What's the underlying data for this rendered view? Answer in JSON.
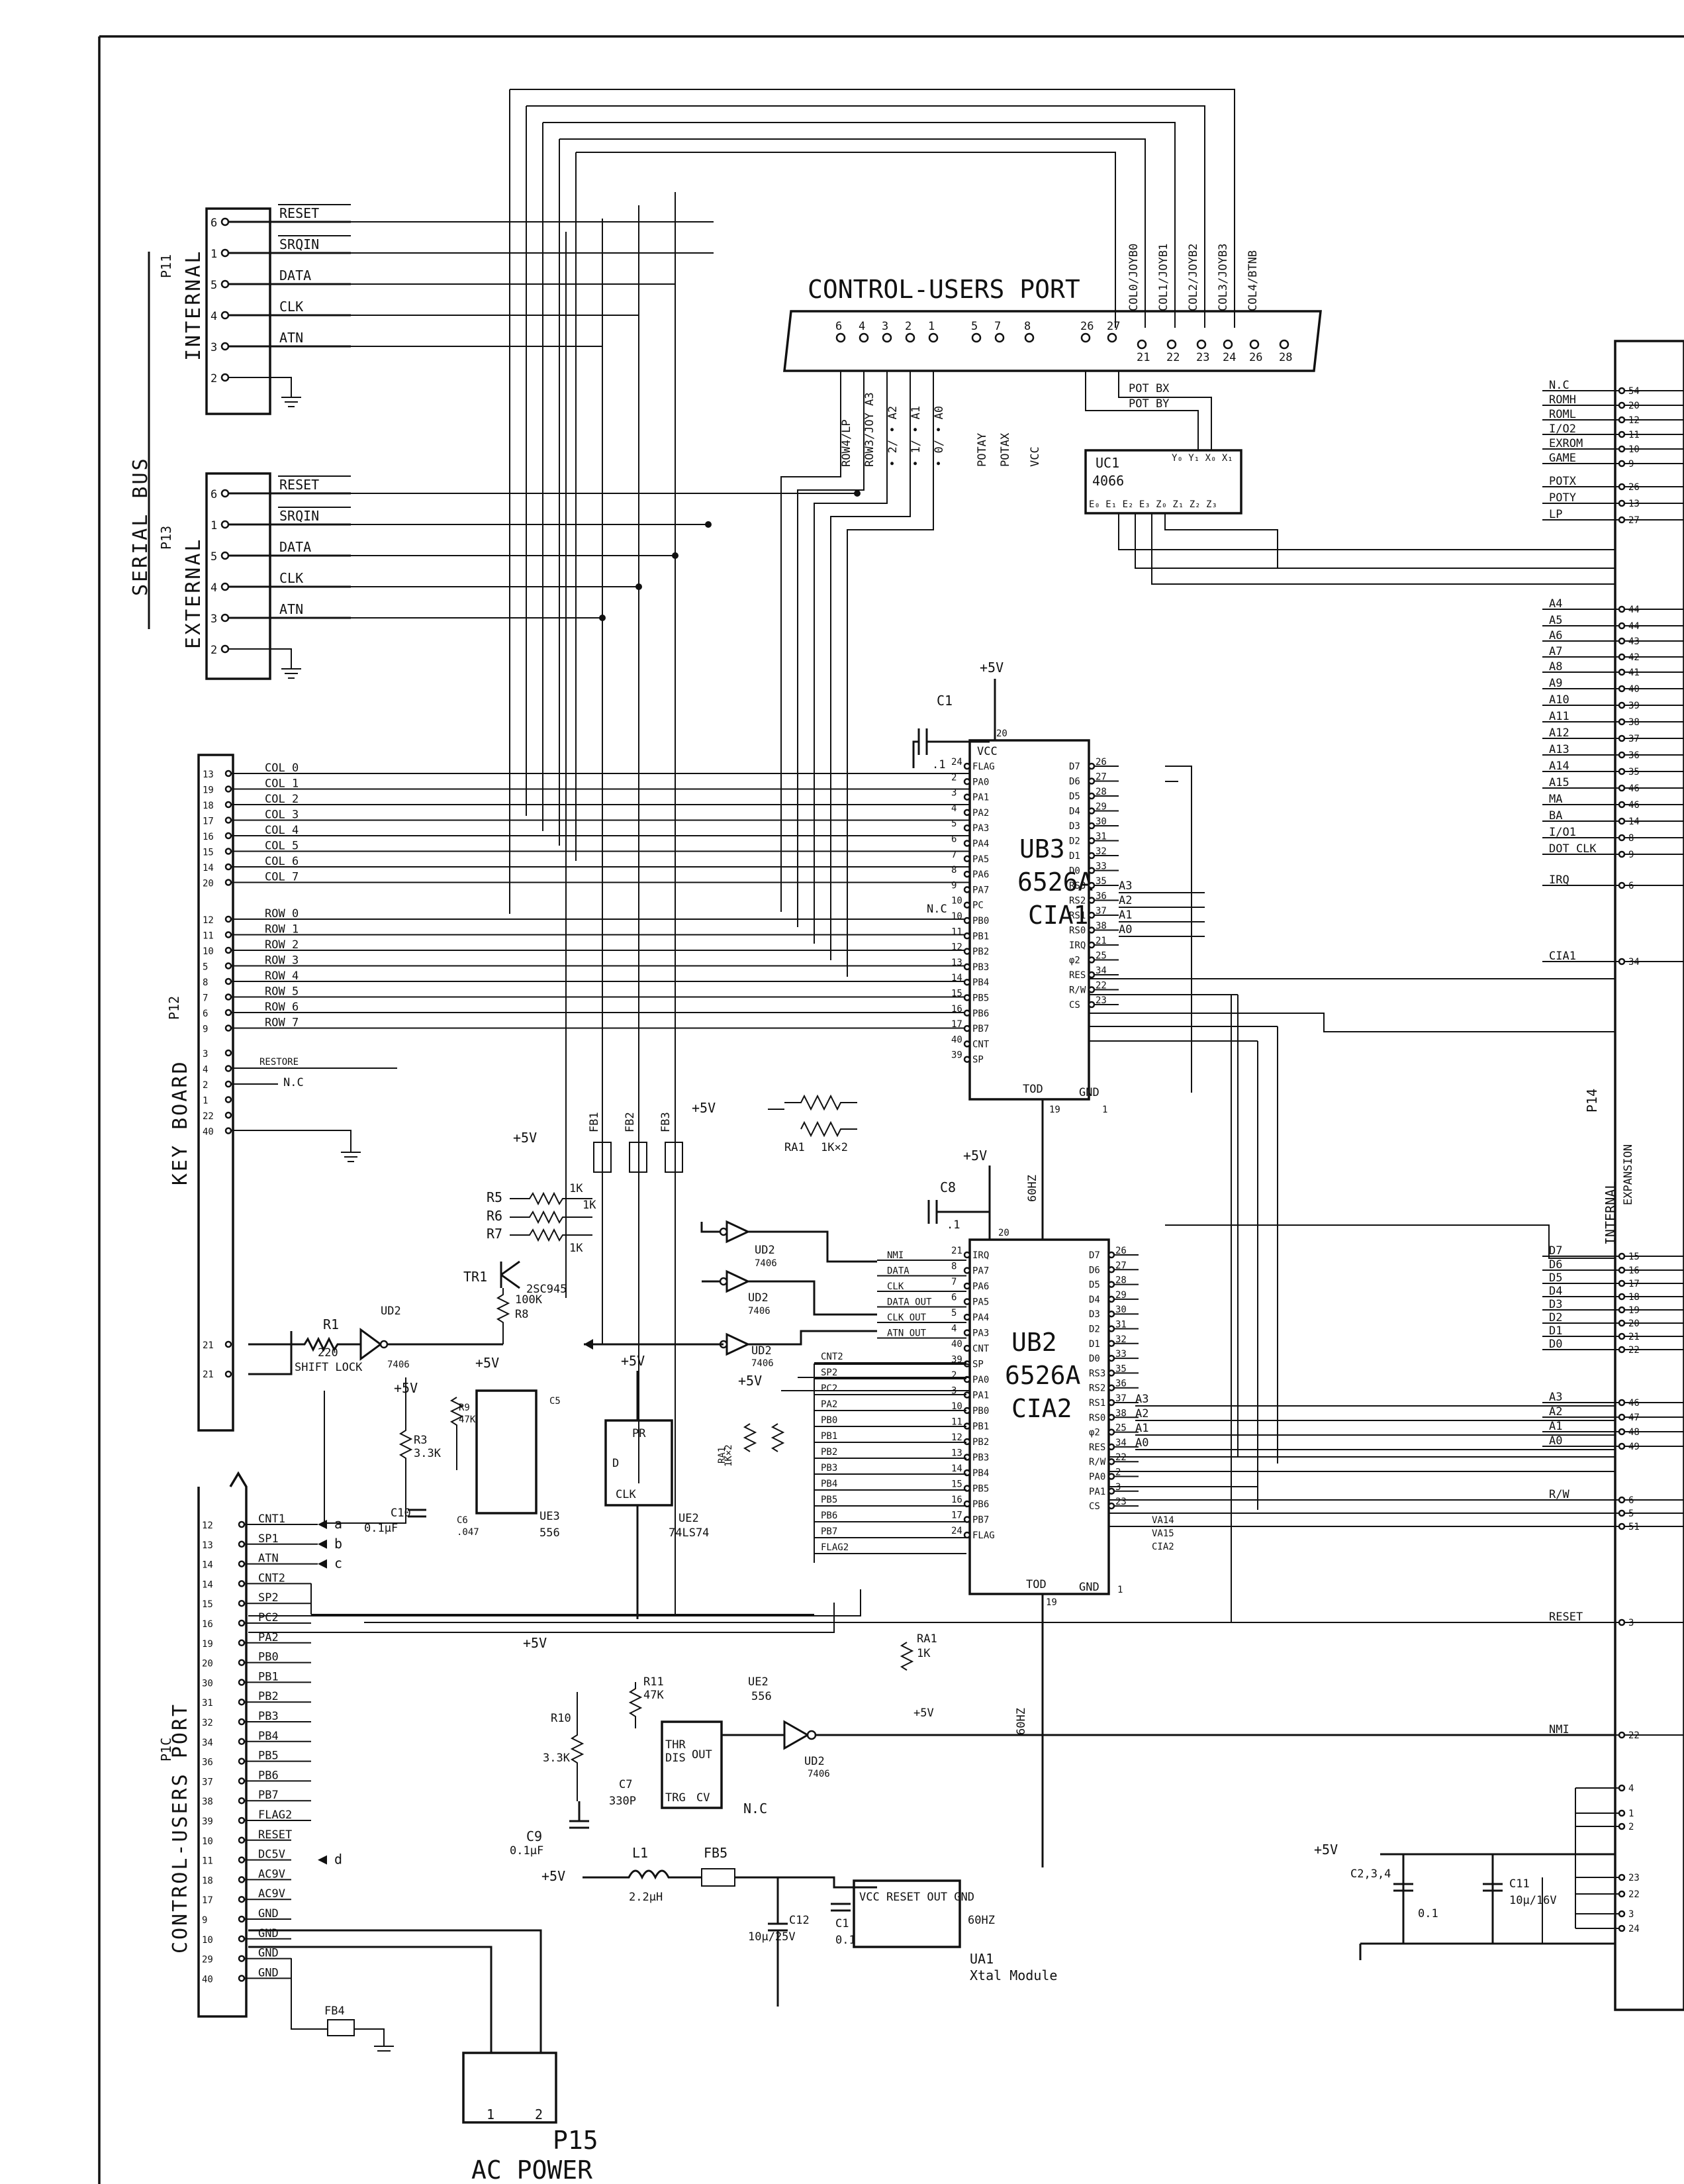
{
  "serial_bus": {
    "label": "SERIAL BUS",
    "internal": {
      "title": "INTERNAL",
      "connector": "P11"
    },
    "external": {
      "title": "EXTERNAL",
      "connector": "P13"
    },
    "pins": [
      {
        "num": "6",
        "signal": "RESET"
      },
      {
        "num": "1",
        "signal": "SRQIN"
      },
      {
        "num": "5",
        "signal": "DATA"
      },
      {
        "num": "4",
        "signal": "CLK"
      },
      {
        "num": "3",
        "signal": "ATN"
      },
      {
        "num": "2",
        "signal": ""
      }
    ]
  },
  "control_users_port": {
    "title": "CONTROL-USERS PORT",
    "pins": [
      "6",
      "4",
      "3",
      "2",
      "1",
      "5",
      "7",
      "8",
      "26",
      "27",
      "21",
      "22",
      "23",
      "24",
      "26",
      "28"
    ],
    "top_signals": [
      "COL0/JOYB0",
      "COL1/JOYB1",
      "COL2/JOYB2",
      "COL3/JOYB3",
      "COL4/BTNB"
    ],
    "bottom_signals": [
      "ROW4/LP",
      "ROW3/JOY A3",
      "• 2/ • A2",
      "• 1/ • A1",
      "• 0/ • A0",
      "POTAY",
      "POTAX",
      "VCC"
    ],
    "pot_labels": [
      "POT BX",
      "POT BY"
    ]
  },
  "uc1": {
    "name": "UC1",
    "part": "4066",
    "top_pins": "Y₀ Y₁ X₀ X₁",
    "bottom_pins": "E₀ E₁ E₂ E₃ Z₀ Z₁ Z₂ Z₃"
  },
  "keyboard": {
    "connector": "P12",
    "title": "KEY BOARD",
    "col_pins": [
      "13",
      "19",
      "18",
      "17",
      "16",
      "15",
      "14",
      "20"
    ],
    "col_labels": [
      "COL 0",
      "COL 1",
      "COL 2",
      "COL 3",
      "COL 4",
      "COL 5",
      "COL 6",
      "COL 7"
    ],
    "row_pins": [
      "12",
      "11",
      "10",
      "5",
      "8",
      "7",
      "6",
      "9"
    ],
    "row_labels": [
      "ROW 0",
      "ROW 1",
      "ROW 2",
      "ROW 3",
      "ROW 4",
      "ROW 5",
      "ROW 6",
      "ROW 7"
    ],
    "extra_pins": [
      "3",
      "4",
      "2",
      "1",
      "22",
      "40"
    ],
    "restore": "RESTORE",
    "nc": "N.C",
    "shift_lock": "SHIFT LOCK",
    "shift_pins": [
      "21",
      "21"
    ]
  },
  "ub3": {
    "name": "UB3",
    "part": "6526A",
    "function": "CIA1",
    "left_pins": [
      {
        "num": "24",
        "label": "FLAG"
      },
      {
        "num": "2",
        "label": "PA0"
      },
      {
        "num": "3",
        "label": "PA1"
      },
      {
        "num": "4",
        "label": "PA2"
      },
      {
        "num": "5",
        "label": "PA3"
      },
      {
        "num": "6",
        "label": "PA4"
      },
      {
        "num": "7",
        "label": "PA5"
      },
      {
        "num": "8",
        "label": "PA6"
      },
      {
        "num": "9",
        "label": "PA7"
      },
      {
        "num": "10",
        "label": "PC"
      },
      {
        "num": "10",
        "label": "PB0"
      },
      {
        "num": "11",
        "label": "PB1"
      },
      {
        "num": "12",
        "label": "PB2"
      },
      {
        "num": "13",
        "label": "PB3"
      },
      {
        "num": "14",
        "label": "PB4"
      },
      {
        "num": "15",
        "label": "PB5"
      },
      {
        "num": "16",
        "label": "PB6"
      },
      {
        "num": "17",
        "label": "PB7"
      },
      {
        "num": "40",
        "label": "CNT"
      },
      {
        "num": "39",
        "label": "SP"
      }
    ],
    "right_pins": [
      {
        "num": "26",
        "label": "D7"
      },
      {
        "num": "27",
        "label": "D6"
      },
      {
        "num": "28",
        "label": "D5"
      },
      {
        "num": "29",
        "label": "D4"
      },
      {
        "num": "30",
        "label": "D3"
      },
      {
        "num": "31",
        "label": "D2"
      },
      {
        "num": "32",
        "label": "D1"
      },
      {
        "num": "33",
        "label": "D0"
      },
      {
        "num": "35",
        "label": "RS3"
      },
      {
        "num": "36",
        "label": "RS2"
      },
      {
        "num": "37",
        "label": "RS1"
      },
      {
        "num": "38",
        "label": "RS0"
      },
      {
        "num": "21",
        "label": "IRQ"
      },
      {
        "num": "25",
        "label": "φ2"
      },
      {
        "num": "34",
        "label": "RES"
      },
      {
        "num": "22",
        "label": "R/W"
      },
      {
        "num": "23",
        "label": "CS"
      }
    ],
    "rs_addr": [
      "A3",
      "A2",
      "A1",
      "A0"
    ],
    "nc": "N.C",
    "tod": "TOD",
    "tod_pin": "19",
    "vcc": "VCC",
    "vcc_pin": "20",
    "gnd": "GND",
    "gnd_pin": "1"
  },
  "ub2": {
    "name": "UB2",
    "part": "6526A",
    "function": "CIA2",
    "left_pins": [
      {
        "num": "21",
        "label": "IRQ"
      },
      {
        "num": "8",
        "label": "PA7"
      },
      {
        "num": "7",
        "label": "PA6"
      },
      {
        "num": "6",
        "label": "PA5"
      },
      {
        "num": "5",
        "label": "PA4"
      },
      {
        "num": "4",
        "label": "PA3"
      },
      {
        "num": "40",
        "label": "CNT"
      },
      {
        "num": "39",
        "label": "SP"
      },
      {
        "num": "2",
        "label": "PA0"
      },
      {
        "num": "3",
        "label": "PA1"
      },
      {
        "num": "10",
        "label": "PB0"
      },
      {
        "num": "11",
        "label": "PB1"
      },
      {
        "num": "12",
        "label": "PB2"
      },
      {
        "num": "13",
        "label": "PB3"
      },
      {
        "num": "14",
        "label": "PB4"
      },
      {
        "num": "15",
        "label": "PB5"
      },
      {
        "num": "16",
        "label": "PB6"
      },
      {
        "num": "17",
        "label": "PB7"
      },
      {
        "num": "24",
        "label": "FLAG"
      }
    ],
    "left_signals": [
      "NMI",
      "DATA",
      "CLK",
      "DATA OUT",
      "CLK OUT",
      "ATN OUT"
    ],
    "port_signals": [
      "CNT2",
      "SP2",
      "PC2",
      "PA2",
      "PB0",
      "PB1",
      "PB2",
      "PB3",
      "PB4",
      "PB5",
      "PB6",
      "PB7",
      "FLAG2"
    ],
    "right_pins": [
      {
        "num": "26",
        "label": "D7"
      },
      {
        "num": "27",
        "label": "D6"
      },
      {
        "num": "28",
        "label": "D5"
      },
      {
        "num": "29",
        "label": "D4"
      },
      {
        "num": "30",
        "label": "D3"
      },
      {
        "num": "31",
        "label": "D2"
      },
      {
        "num": "32",
        "label": "D1"
      },
      {
        "num": "33",
        "label": "D0"
      },
      {
        "num": "35",
        "label": "RS3"
      },
      {
        "num": "36",
        "label": "RS2"
      },
      {
        "num": "37",
        "label": "RS1"
      },
      {
        "num": "38",
        "label": "RS0"
      },
      {
        "num": "25",
        "label": "φ2"
      },
      {
        "num": "34",
        "label": "RES"
      },
      {
        "num": "22",
        "label": "R/W"
      },
      {
        "num": "2",
        "label": "PA0"
      },
      {
        "num": "3",
        "label": "PA1"
      },
      {
        "num": "23",
        "label": "CS"
      }
    ],
    "rs_addr": [
      "A3",
      "A2",
      "A1",
      "A0"
    ],
    "va": [
      "VA14",
      "VA15",
      "CIA2"
    ],
    "tod": "TOD",
    "tod_pin": "19",
    "vcc_pin": "20",
    "gnd": "GND",
    "gnd_pin": "1"
  },
  "expansion": {
    "connector": "P14",
    "title": "INTERNAL",
    "subtitle": "EXPANSION",
    "pins": [
      {
        "label": "N.C",
        "num": "54"
      },
      {
        "label": "ROMH",
        "num": "20"
      },
      {
        "label": "ROML",
        "num": "12"
      },
      {
        "label": "I/O2",
        "num": "11"
      },
      {
        "label": "EXROM",
        "num": "10"
      },
      {
        "label": "GAME",
        "num": "9"
      },
      {
        "label": "POTX",
        "num": "26"
      },
      {
        "label": "POTY",
        "num": "13"
      },
      {
        "label": "LP",
        "num": "27"
      },
      {
        "label": "A4",
        "num": "44"
      },
      {
        "label": "A5",
        "num": "44"
      },
      {
        "label": "A6",
        "num": "43"
      },
      {
        "label": "A7",
        "num": "42"
      },
      {
        "label": "A8",
        "num": "41"
      },
      {
        "label": "A9",
        "num": "40"
      },
      {
        "label": "A10",
        "num": "39"
      },
      {
        "label": "A11",
        "num": "38"
      },
      {
        "label": "A12",
        "num": "37"
      },
      {
        "label": "A13",
        "num": "36"
      },
      {
        "label": "A14",
        "num": "35"
      },
      {
        "label": "A15",
        "num": "46"
      },
      {
        "label": "MA",
        "num": "46"
      },
      {
        "label": "BA",
        "num": "14"
      },
      {
        "label": "I/O1",
        "num": "8"
      },
      {
        "label": "DOT CLK",
        "num": "9"
      },
      {
        "label": "IRQ",
        "num": "6"
      },
      {
        "label": "CIA1",
        "num": "34"
      },
      {
        "label": "D7",
        "num": "15"
      },
      {
        "label": "D6",
        "num": "16"
      },
      {
        "label": "D5",
        "num": "17"
      },
      {
        "label": "D4",
        "num": "18"
      },
      {
        "label": "D3",
        "num": "19"
      },
      {
        "label": "D2",
        "num": "20"
      },
      {
        "label": "D1",
        "num": "21"
      },
      {
        "label": "D0",
        "num": "22"
      },
      {
        "label": "A3",
        "num": "46"
      },
      {
        "label": "A2",
        "num": "47"
      },
      {
        "label": "A1",
        "num": "48"
      },
      {
        "label": "A0",
        "num": "49"
      },
      {
        "label": "R/W",
        "num": "6"
      },
      {
        "label": "",
        "num": "5"
      },
      {
        "label": "",
        "num": "51"
      },
      {
        "label": "RESET",
        "num": "3"
      },
      {
        "label": "NMI",
        "num": "22"
      }
    ],
    "ground_pins": [
      "4",
      "1",
      "2",
      "23",
      "22",
      "3",
      "24"
    ]
  },
  "user_port": {
    "connector": "P1C",
    "title": "CONTROL-USERS PORT",
    "pins": [
      {
        "num": "12",
        "label": "CNT1",
        "dest": "a"
      },
      {
        "num": "13",
        "label": "SP1",
        "dest": "b"
      },
      {
        "num": "14",
        "label": "ATN",
        "dest": "c"
      },
      {
        "num": "14",
        "label": "CNT2",
        "dest": ""
      },
      {
        "num": "15",
        "label": "SP2",
        "dest": ""
      },
      {
        "num": "16",
        "label": "PC2",
        "dest": ""
      },
      {
        "num": "19",
        "label": "PA2",
        "dest": ""
      },
      {
        "num": "20",
        "label": "PB0",
        "dest": ""
      },
      {
        "num": "30",
        "label": "PB1",
        "dest": ""
      },
      {
        "num": "31",
        "label": "PB2",
        "dest": ""
      },
      {
        "num": "32",
        "label": "PB3",
        "dest": ""
      },
      {
        "num": "34",
        "label": "PB4",
        "dest": ""
      },
      {
        "num": "36",
        "label": "PB5",
        "dest": ""
      },
      {
        "num": "37",
        "label": "PB6",
        "dest": ""
      },
      {
        "num": "38",
        "label": "PB7",
        "dest": ""
      },
      {
        "num": "39",
        "label": "FLAG2",
        "dest": ""
      },
      {
        "num": "10",
        "label": "RESET",
        "dest": ""
      },
      {
        "num": "11",
        "label": "DC5V",
        "dest": "d"
      },
      {
        "num": "18",
        "label": "AC9V",
        "dest": ""
      },
      {
        "num": "17",
        "label": "AC9V",
        "dest": ""
      },
      {
        "num": "9",
        "label": "GND",
        "dest": ""
      },
      {
        "num": "10",
        "label": "GND",
        "dest": ""
      },
      {
        "num": "29",
        "label": "GND",
        "dest": ""
      },
      {
        "num": "40",
        "label": "GND",
        "dest": ""
      }
    ]
  },
  "ac_power": {
    "connector": "P15",
    "title": "AC POWER",
    "pins": [
      "1",
      "2"
    ]
  },
  "components": {
    "c1": {
      "name": "C1",
      "value": ".1"
    },
    "c8": {
      "name": "C8",
      "value": ".1"
    },
    "c10": {
      "name": "C10",
      "value": "0.1µF"
    },
    "c9": {
      "name": "C9",
      "value": "0.1µF"
    },
    "c5": {
      "name": "C5"
    },
    "c6": {
      "name": "C6",
      "value": ".047"
    },
    "c7": {
      "name": "C7",
      "value": "330P"
    },
    "c11": {
      "name": "C11",
      "value": "10µ/16V"
    },
    "c12": {
      "name": "C12",
      "value": "10µ/25V"
    },
    "c2_4": {
      "name": "C2,3,4",
      "value": "0.1"
    },
    "c1b": {
      "name": "C1",
      "value": "0.1"
    },
    "r1": {
      "name": "R1",
      "value": "220"
    },
    "r3": {
      "name": "R3",
      "value": "3.3K"
    },
    "r5": {
      "name": "R5",
      "value": "1K"
    },
    "r6": {
      "name": "R6",
      "value": "1K"
    },
    "r7": {
      "name": "R7",
      "value": "1K"
    },
    "r8": {
      "name": "R8",
      "value": "100K"
    },
    "r9": {
      "name": "R9",
      "value": "47K"
    },
    "r10": {
      "name": "R10",
      "value": "3.3K"
    },
    "r11": {
      "name": "R11",
      "value": "47K"
    },
    "ra1_top": {
      "name": "RA1",
      "value": "1K×2"
    },
    "ra1_mid": {
      "name": "RA1",
      "value": "1K×2"
    },
    "ra1_low": {
      "name": "RA1",
      "value": "1K"
    },
    "fb": [
      "FB1",
      "FB2",
      "FB3",
      "FB4",
      "FB5"
    ],
    "l1": {
      "name": "L1",
      "value": "2.2µH"
    },
    "tr1": {
      "name": "TR1",
      "part": "2SC945"
    },
    "ud2": {
      "name": "UD2",
      "part": "7406"
    },
    "ue3": {
      "name": "UE3",
      "part": "556"
    },
    "ue2": {
      "name": "UE2",
      "part": "74LS74"
    },
    "ue2b": {
      "name": "UE2",
      "part": "556"
    },
    "ua1": {
      "name": "UA1",
      "part": "Xtal Module",
      "pins": "VCC RESET OUT GND"
    },
    "tod_label": "60HZ",
    "power": "+5V"
  }
}
